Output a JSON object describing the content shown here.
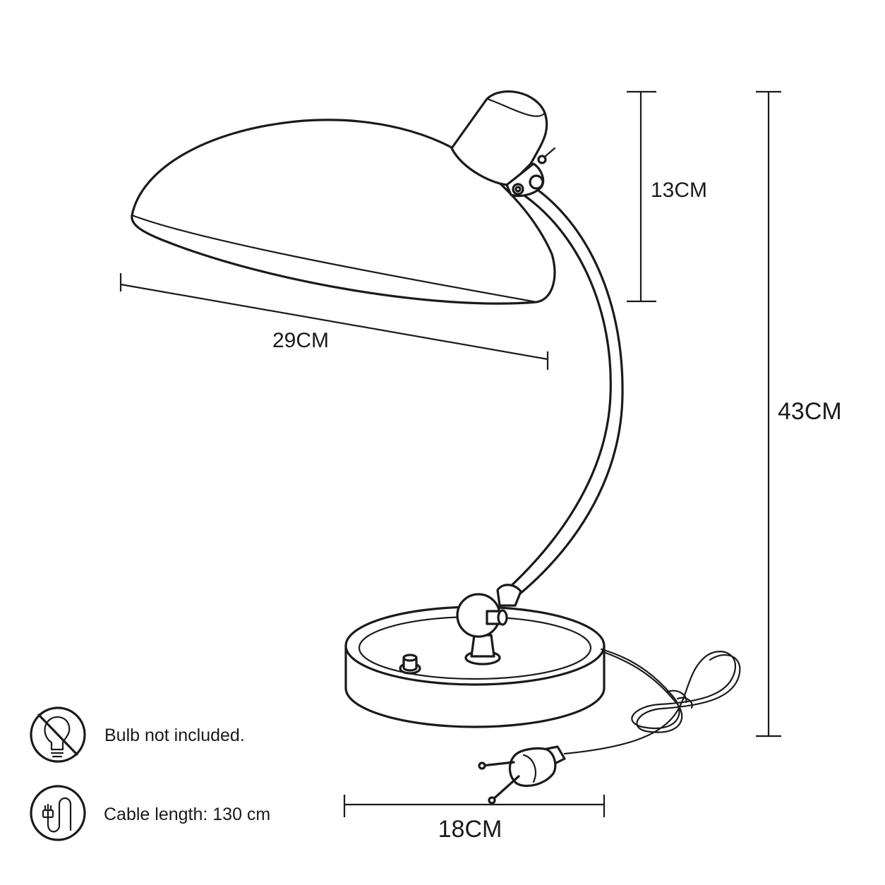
{
  "dimensions": {
    "shade_width": "29CM",
    "head_height": "13CM",
    "total_height": "43CM",
    "base_width": "18CM"
  },
  "notes": [
    {
      "icon": "no-bulb-icon",
      "text": "Bulb not included."
    },
    {
      "icon": "cable-icon",
      "text": "Cable length: 130 cm"
    }
  ],
  "colors": {
    "line": "#1a1a1a",
    "background": "#ffffff"
  }
}
